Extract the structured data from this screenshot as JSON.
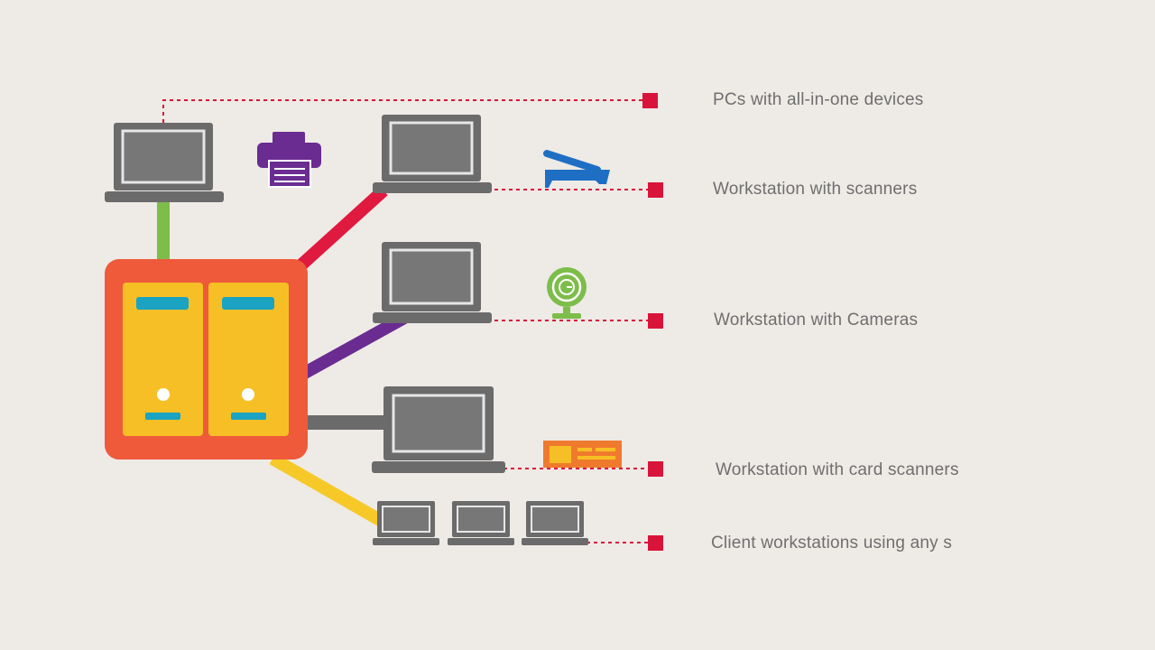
{
  "colors": {
    "background": "#eeeae6",
    "laptop": "#6b6b6b",
    "laptop_screen": "#777777",
    "server_frame": "#ee5a3a",
    "server_unit": "#f6bf25",
    "server_slot": "#1aa3c2",
    "marker": "#d9143a",
    "link_green": "#7dbd4a",
    "link_red": "#e0193f",
    "link_purple": "#6a2c91",
    "link_gray": "#6b6b6b",
    "link_yellow": "#f6c928",
    "printer": "#6a2c91",
    "scanner": "#1e6fc4",
    "camera": "#7dbd4a",
    "card_scanner": "#ef7a2e"
  },
  "icons": [
    "server-icon",
    "laptop-icon",
    "printer-icon",
    "flatbed-scanner-icon",
    "webcam-icon",
    "card-scanner-icon"
  ],
  "legend": [
    {
      "label": "PCs with all-in-one devices"
    },
    {
      "label": "Workstation with scanners"
    },
    {
      "label": "Workstation with Cameras"
    },
    {
      "label": "Workstation with card scanners"
    },
    {
      "label": "Client workstations using any s"
    }
  ]
}
